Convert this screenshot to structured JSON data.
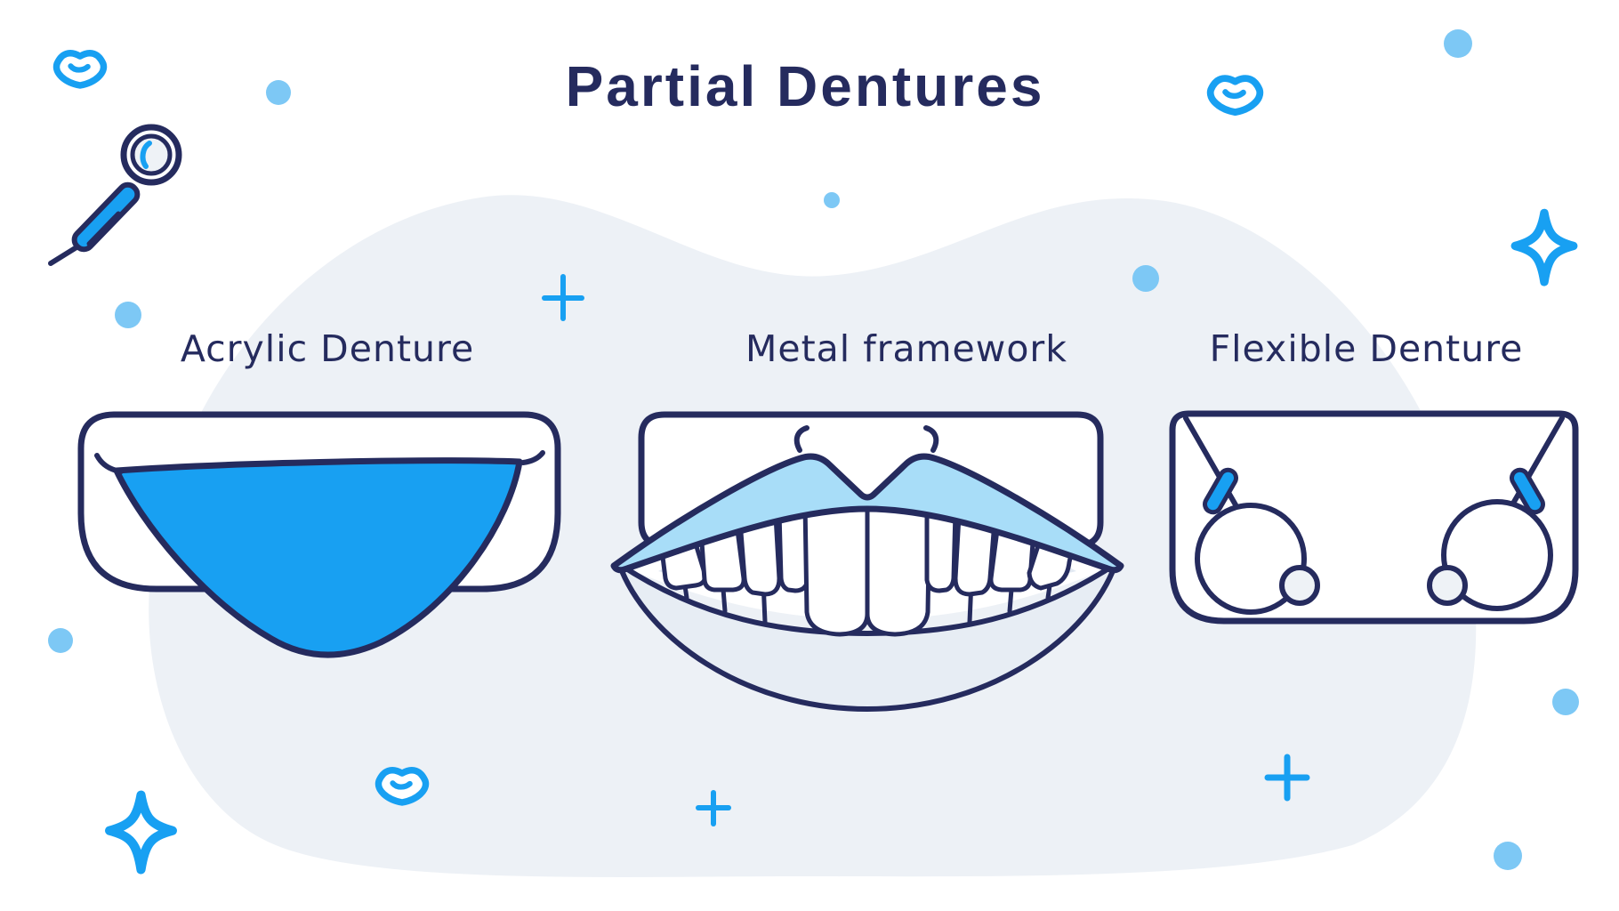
{
  "title": "Partial Dentures",
  "sections": [
    {
      "id": "acrylic",
      "label": "Acrylic Denture"
    },
    {
      "id": "metal",
      "label": "Metal framework"
    },
    {
      "id": "flexible",
      "label": "Flexible Denture"
    }
  ],
  "colors": {
    "navy": "#252b5e",
    "bright_blue": "#18a0f2",
    "light_blue": "#a8ddf8",
    "dot_blue": "#7dc8f5",
    "blob": "#edf1f6",
    "lip_gray": "#e7edf4",
    "glass_gray": "#eef2f6",
    "band_gray": "#e2e9f2",
    "background": "#ffffff"
  },
  "decorations": [
    {
      "name": "lips-icon",
      "count": 3
    },
    {
      "name": "dental-mirror-icon",
      "count": 1
    },
    {
      "name": "sparkle-icon",
      "count": 2
    },
    {
      "name": "plus-icon",
      "count": 3
    },
    {
      "name": "dot",
      "count": 8
    }
  ]
}
